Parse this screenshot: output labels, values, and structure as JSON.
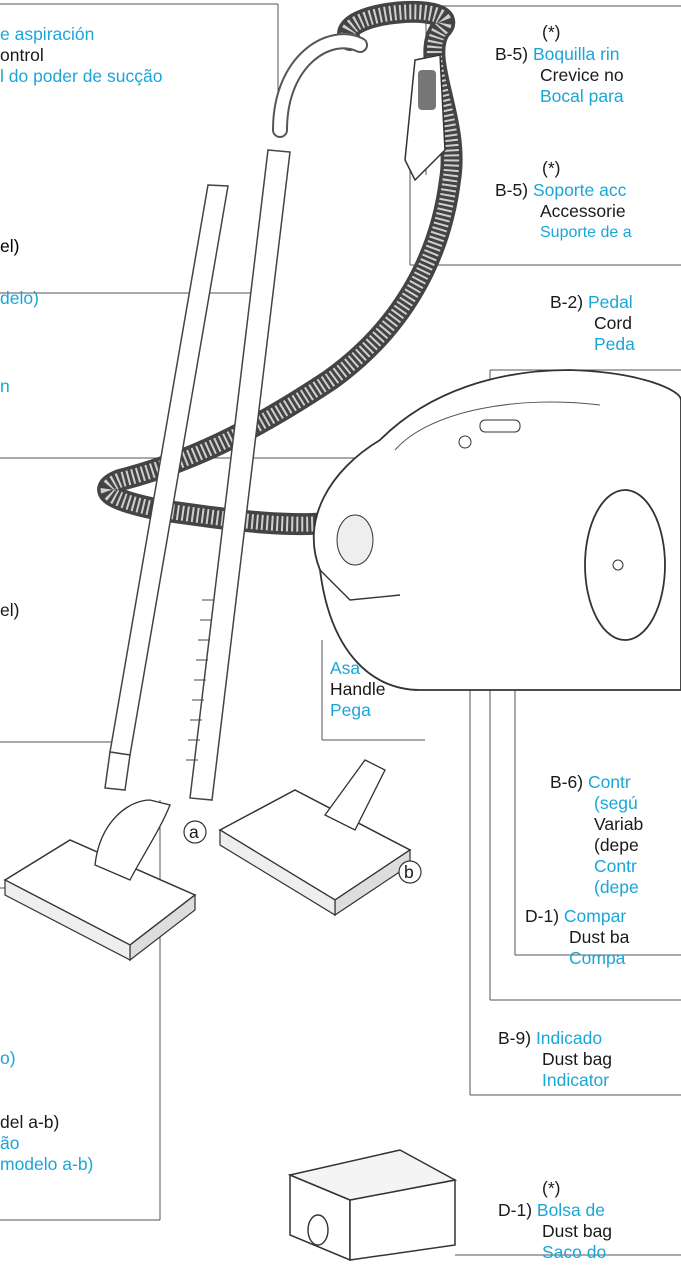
{
  "colors": {
    "accent_blue": "#1aa6d9",
    "text": "#1a1a1a",
    "line": "#555555"
  },
  "left_fragments": {
    "suction_es": "e aspiración",
    "suction_en": "ontrol",
    "suction_pt": "l do poder de sucção",
    "f1": "el)",
    "f2": "delo)",
    "f3": "n",
    "f4": "el)",
    "f5": "o)",
    "f6": "del a-b)",
    "f7": "ão",
    "f8": "modelo a-b)"
  },
  "crevice": {
    "star": "(*)",
    "code": "B-5)",
    "es": "Boquilla rin",
    "en": "Crevice no",
    "pt": "Bocal para"
  },
  "accessories": {
    "star": "(*)",
    "code": "B-5)",
    "es": "Soporte acc",
    "en": "Accessorie",
    "pt": "Suporte de a"
  },
  "pedal": {
    "code": "B-2)",
    "es": "Pedal",
    "en": "Cord",
    "pt": "Peda"
  },
  "handle": {
    "es": "Asa",
    "en": "Handle",
    "pt": "Pega"
  },
  "variable": {
    "code": "B-6)",
    "es1": "Contr",
    "es2": "(segú",
    "en1": "Variab",
    "en2": "(depe",
    "pt1": "Contr",
    "pt2": "(depe"
  },
  "compartment": {
    "code": "D-1)",
    "es": "Compar",
    "en": "Dust ba",
    "pt": "Compa"
  },
  "indicator": {
    "code": "B-9)",
    "es": "Indicado",
    "en": "Dust bag",
    "pt": "Indicator"
  },
  "dustbag": {
    "star": "(*)",
    "code": "D-1)",
    "es": "Bolsa de",
    "en": "Dust bag",
    "pt": "Saco do"
  },
  "nozzle_markers": {
    "a": "a",
    "b": "b"
  }
}
